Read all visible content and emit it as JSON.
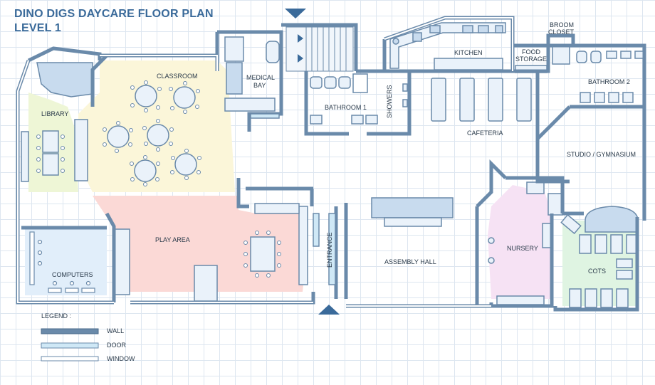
{
  "title": {
    "line1": "DINO DIGS DAYCARE FLOOR PLAN",
    "line2": "LEVEL 1"
  },
  "rooms": {
    "classroom": "CLASSROOM",
    "library": "LIBRARY",
    "medical_bay_1": "MEDICAL",
    "medical_bay_2": "BAY",
    "bathroom_1": "BATHROOM 1",
    "showers": "SHOWERS",
    "kitchen": "KITCHEN",
    "food_storage_1": "FOOD",
    "food_storage_2": "STORAGE",
    "broom_closet_1": "BROOM",
    "broom_closet_2": "CLOSET",
    "bathroom_2": "BATHROOM 2",
    "cafeteria": "CAFETERIA",
    "studio": "STUDIO / GYMNASIUM",
    "play_area": "PLAY AREA",
    "entrance": "ENTRANCE",
    "assembly_hall": "ASSEMBLY HALL",
    "nursery": "NURSERY",
    "cots": "COTS",
    "computers": "COMPUTERS"
  },
  "legend": {
    "heading": "LEGEND :",
    "wall": "WALL",
    "door": "DOOR",
    "window": "WINDOW"
  },
  "colors": {
    "wall": "#6a8aaa",
    "classroom": "#fbf6d9",
    "library": "#eef6d6",
    "play_area": "#fbd9d6",
    "computers": "#e1eefa",
    "nursery": "#f6e2f4",
    "cots": "#dff4e2",
    "title": "#3a6a9a",
    "arrow": "#3a6a9a"
  }
}
